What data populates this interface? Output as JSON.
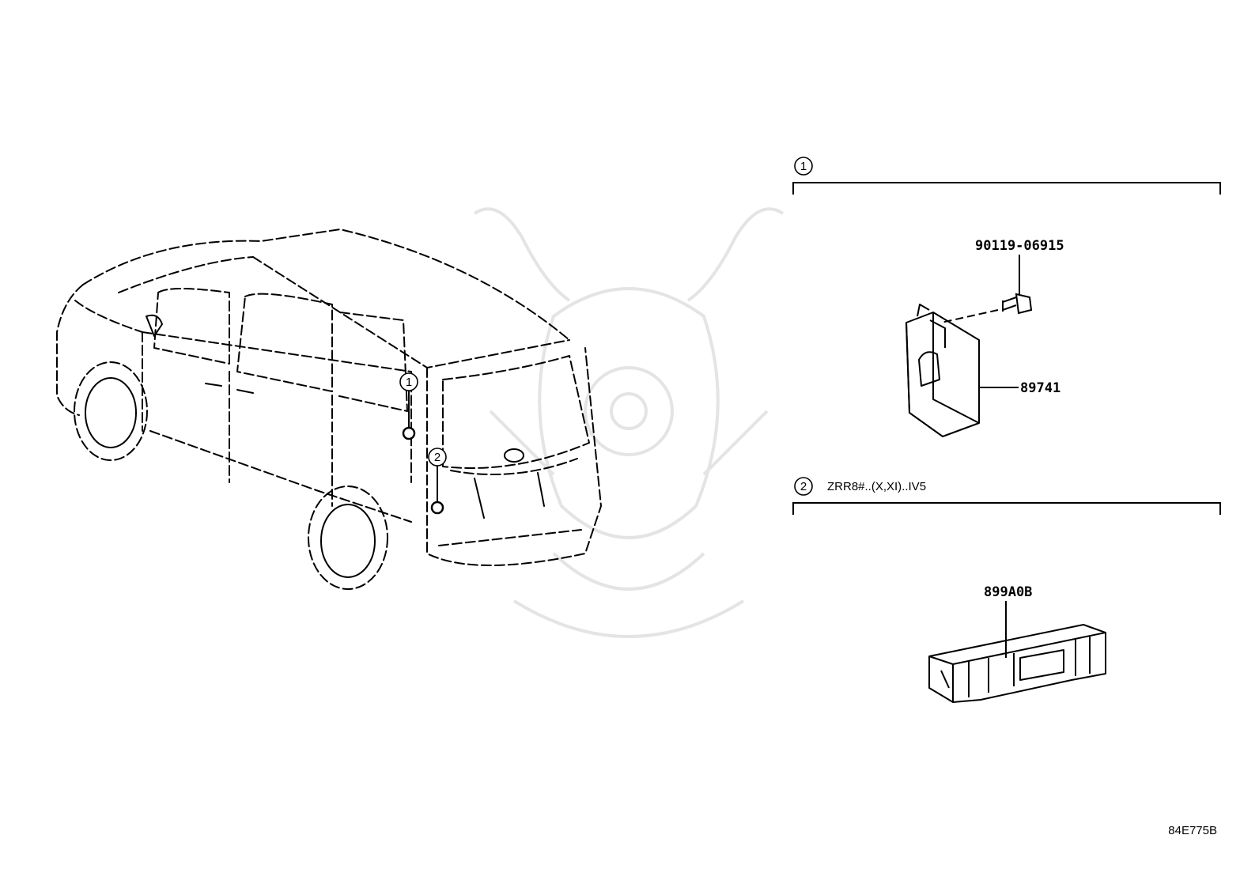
{
  "diagram": {
    "callouts": [
      {
        "id": "callout-1",
        "number": "1"
      },
      {
        "id": "callout-2",
        "number": "2"
      }
    ],
    "groups": [
      {
        "number": "1",
        "condition": "",
        "parts": [
          {
            "part_number": "90119-06915",
            "description": "bolt-icon"
          },
          {
            "part_number": "89741",
            "description": "control-module-icon"
          }
        ]
      },
      {
        "number": "2",
        "condition": "ZRR8#..(X,XI)..IV5",
        "parts": [
          {
            "part_number": "899A0B",
            "description": "sensor-bracket-icon"
          }
        ]
      }
    ],
    "drawing_code": "84E775B"
  }
}
